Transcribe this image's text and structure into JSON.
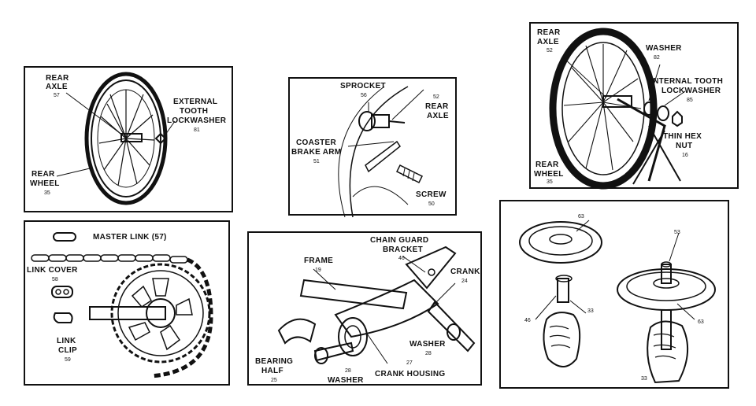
{
  "panel1": {
    "rear_axle_line1": "REAR",
    "rear_axle_line2": "AXLE",
    "rear_axle_num": "57",
    "lockwasher_line1": "EXTERNAL",
    "lockwasher_line2": "TOOTH",
    "lockwasher_line3": "LOCKWASHER",
    "lockwasher_num": "81",
    "rear_wheel_line1": "REAR",
    "rear_wheel_line2": "WHEEL",
    "rear_wheel_num": "35"
  },
  "panel2": {
    "sprocket": "SPROCKET",
    "sprocket_num": "56",
    "axle_num": "52",
    "rear_line1": "REAR",
    "rear_line2": "AXLE",
    "coaster_line1": "COASTER",
    "coaster_line2": "BRAKE ARM",
    "coaster_num": "51",
    "screw": "SCREW",
    "screw_num": "50"
  },
  "panel3": {
    "rear_axle_line1": "REAR",
    "rear_axle_line2": "AXLE",
    "rear_axle_num": "52",
    "washer": "WASHER",
    "washer_num": "82",
    "internal_line1": "INTERNAL TOOTH",
    "internal_line2": "LOCKWASHER",
    "internal_num": "85",
    "hexnut_line1": "THIN HEX",
    "hexnut_line2": "NUT",
    "hexnut_num": "16",
    "rear_wheel_line1": "REAR",
    "rear_wheel_line2": "WHEEL",
    "rear_wheel_num": "35"
  },
  "panel4": {
    "master_link": "MASTER LINK (57)",
    "link_cover": "LINK COVER",
    "link_cover_num": "58",
    "link_clip_line1": "LINK",
    "link_clip_line2": "CLIP",
    "link_clip_num": "59"
  },
  "panel5": {
    "chain_guard_line1": "CHAIN GUARD",
    "chain_guard_line2": "BRACKET",
    "chain_guard_num": "46",
    "frame": "FRAME",
    "frame_num": "19",
    "crank": "CRANK",
    "crank_num": "24",
    "bearing_line1": "BEARING",
    "bearing_line2": "HALF",
    "bearing_num": "25",
    "washer_left_num": "28",
    "washer_left": "WASHER",
    "washer_right": "WASHER",
    "washer_right_num": "28",
    "housing_num": "27",
    "crank_housing": "CRANK HOUSING"
  },
  "panel6": {
    "disc_top_num": "63",
    "axle_num": "53",
    "left_num": "46",
    "mid_num": "33",
    "right_num": "63",
    "bottom_num": "33"
  }
}
